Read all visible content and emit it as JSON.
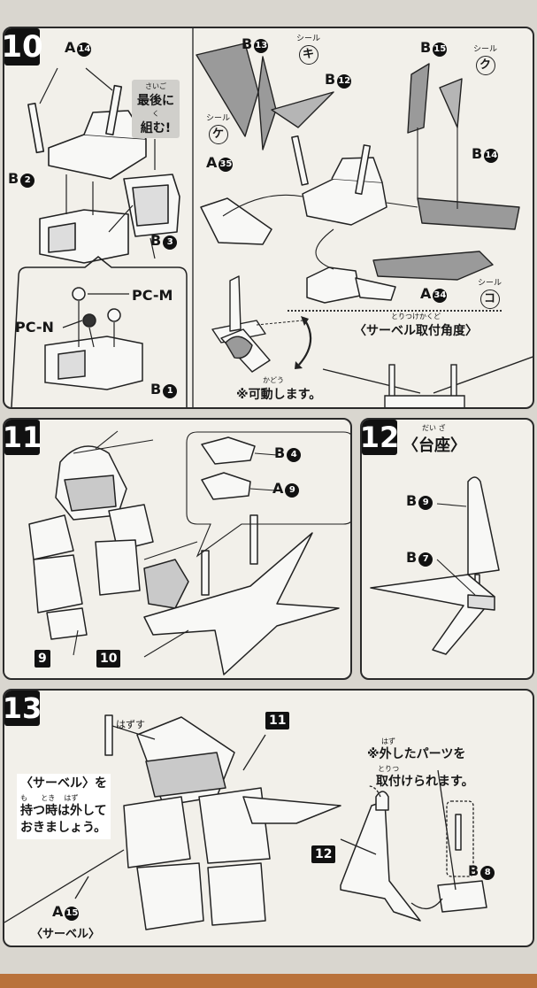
{
  "step10": {
    "number": "10",
    "labels": {
      "a14": "A",
      "a14_num": "14",
      "b2": "B",
      "b2_num": "2",
      "b3": "B",
      "b3_num": "3",
      "b1": "B",
      "b1_num": "1",
      "pcm": "PC-M",
      "pcn": "PC-N",
      "b13": "B",
      "b13_num": "13",
      "b12": "B",
      "b12_num": "12",
      "b15": "B",
      "b15_num": "15",
      "b14": "B",
      "b14_num": "14",
      "a35": "A",
      "a35_num": "35",
      "a34": "A",
      "a34_num": "34"
    },
    "last_note_ruby": "さいご",
    "last_note_line1": "最後に",
    "last_note_ruby2": "く",
    "last_note_line2": "組む!",
    "sticker_word": "シール",
    "stickers": [
      "キ",
      "ケ",
      "ク",
      "コ"
    ],
    "saber_angle_ruby": "とりつけかくど",
    "saber_angle": "〈サーベル取付角度〉",
    "movable_ruby": "かどう",
    "movable": "※可動します。"
  },
  "step11": {
    "number": "11",
    "labels": {
      "b4": "B",
      "b4_num": "4",
      "a9": "A",
      "a9_num": "9"
    },
    "ref9": "9",
    "ref10": "10"
  },
  "step12": {
    "number": "12",
    "title_ruby": "だい ざ",
    "title": "〈台座〉",
    "labels": {
      "b9": "B",
      "b9_num": "9",
      "b7": "B",
      "b7_num": "7"
    }
  },
  "step13": {
    "number": "13",
    "remove_label": "はずす",
    "ref11": "11",
    "ref12": "12",
    "note_ruby": "はず",
    "note_line1": "※外したパーツを",
    "note_ruby2": "とりつ",
    "note_line2": "取付けられます。",
    "saber_note_line1": "〈サーベル〉を",
    "saber_note_ruby": "も      とき    はず",
    "saber_note_line2": "持つ時は外して",
    "saber_note_line3": "おきましょう。",
    "labels": {
      "a15": "A",
      "a15_num": "15",
      "b8": "B",
      "b8_num": "8"
    },
    "saber_label": "〈サーベル〉"
  },
  "colors": {
    "panel_bg": "#f2f0ea",
    "ink": "#161616",
    "tone": "#8e8e8e",
    "paper": "#d9d6cf"
  }
}
